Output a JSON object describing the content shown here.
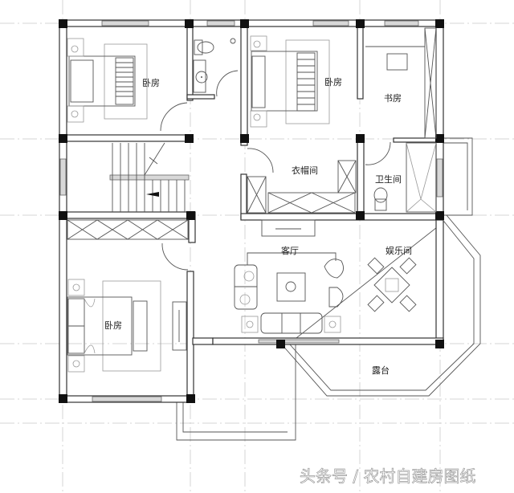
{
  "floorplan": {
    "rooms": {
      "bedroom_top_left": "卧房",
      "bedroom_top_middle": "卧房",
      "study": "书房",
      "cloakroom": "衣帽间",
      "bathroom": "卫生间",
      "living_room": "客厅",
      "entertainment_room": "娱乐间",
      "bedroom_bottom_left": "卧房",
      "terrace": "露台"
    },
    "icons": [
      "toilet-icon",
      "washbasin-icon",
      "double-bed-icon",
      "nightstand-icon",
      "sofa-icon",
      "armchair-icon",
      "coffee-table-icon",
      "mahjong-table-icon",
      "chair-icon",
      "staircase-arrow-icon",
      "wardrobe-icon",
      "tv-cabinet-icon",
      "shower-icon"
    ],
    "colors": {
      "wall": "#333333",
      "column": "#111111",
      "grid": "#d4d4d4",
      "window": "#d8d8d8"
    }
  },
  "watermark": "头条号 / 农村自建房图纸"
}
